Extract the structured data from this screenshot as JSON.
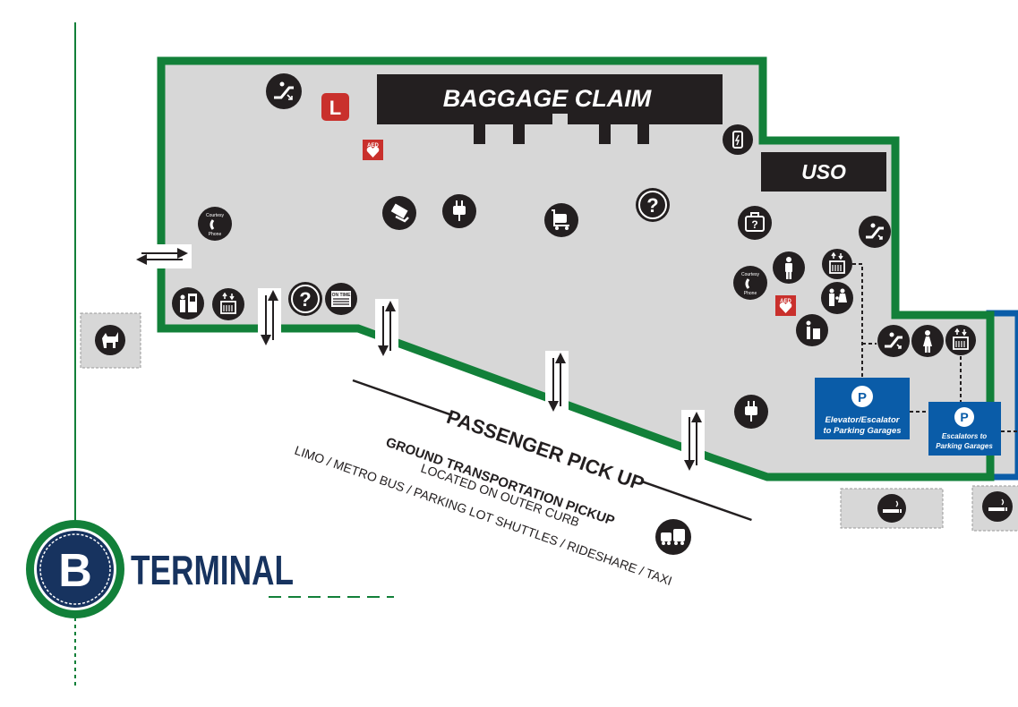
{
  "colors": {
    "terminal_green": "#128039",
    "floor_gray": "#d7d7d7",
    "navy": "#17335f",
    "parking_blue": "#0a5ca8",
    "dark": "#231f20",
    "warning_red": "#c9302c"
  },
  "terminal": {
    "letter": "B",
    "title": "TERMINAL"
  },
  "areas": {
    "baggage_claim": "BAGGAGE CLAIM",
    "uso": "USO"
  },
  "level_marker": "L",
  "aed_label": "AED",
  "courtesy_phone": {
    "line1": "Courtesy",
    "line2": "Phone"
  },
  "atm_label": "ON TIME",
  "parking": {
    "symbol": "P",
    "elevator": {
      "line1": "Elevator/Escalator",
      "line2": "to Parking Garages"
    },
    "escalators": {
      "line1": "Escalators to",
      "line2": "Parking Garages"
    }
  },
  "curb": {
    "pickup": "PASSENGER PICK UP",
    "ground_title": "GROUND TRANSPORTATION PICKUP",
    "ground_location": "LOCATED ON OUTER CURB",
    "services": "LIMO / METRO BUS / PARKING LOT SHUTTLES / RIDESHARE / TAXI"
  },
  "icons": [
    "escalator-icon",
    "aed-icon",
    "charging-station-icon",
    "courtesy-phone-icon",
    "currency-exchange-icon",
    "power-outlet-icon",
    "baggage-cart-icon",
    "information-icon",
    "lost-baggage-icon",
    "restroom-men-icon",
    "restroom-women-icon",
    "family-restroom-icon",
    "elevator-icon",
    "drinking-fountain-icon",
    "atm-icon",
    "vending-icon",
    "pet-relief-icon",
    "smoking-area-icon",
    "bus-taxi-icon",
    "door-arrows-icon"
  ]
}
